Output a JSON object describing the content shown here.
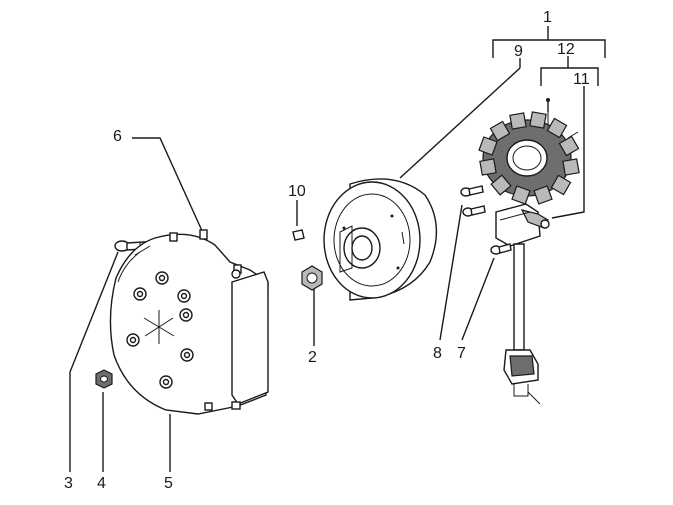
{
  "callouts": {
    "c1": "1",
    "c2": "2",
    "c3": "3",
    "c4": "4",
    "c5": "5",
    "c6": "6",
    "c7": "7",
    "c8": "8",
    "c9": "9",
    "c10": "10",
    "c11": "11",
    "c12": "12"
  },
  "colors": {
    "line": "#1a1a1a",
    "background": "#ffffff",
    "shade_dark": "#6e6e6e",
    "shade_mid": "#b9b9b9"
  }
}
